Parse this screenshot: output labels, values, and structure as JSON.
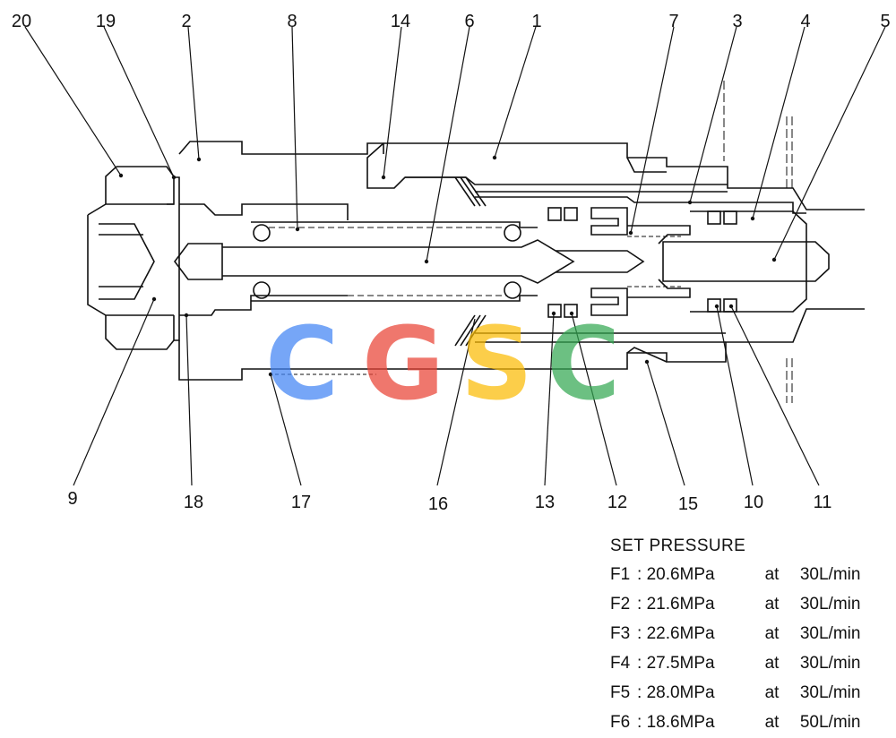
{
  "callouts": [
    {
      "id": "1",
      "label": "1"
    },
    {
      "id": "2",
      "label": "2"
    },
    {
      "id": "3",
      "label": "3"
    },
    {
      "id": "4",
      "label": "4"
    },
    {
      "id": "5",
      "label": "5"
    },
    {
      "id": "6",
      "label": "6"
    },
    {
      "id": "7",
      "label": "7"
    },
    {
      "id": "8",
      "label": "8"
    },
    {
      "id": "9",
      "label": "9"
    },
    {
      "id": "10",
      "label": "10"
    },
    {
      "id": "11",
      "label": "11"
    },
    {
      "id": "12",
      "label": "12"
    },
    {
      "id": "13",
      "label": "13"
    },
    {
      "id": "14",
      "label": "14"
    },
    {
      "id": "15",
      "label": "15"
    },
    {
      "id": "16",
      "label": "16"
    },
    {
      "id": "17",
      "label": "17"
    },
    {
      "id": "18",
      "label": "18"
    },
    {
      "id": "19",
      "label": "19"
    },
    {
      "id": "20",
      "label": "20"
    }
  ],
  "set_pressure": {
    "title": "SET PRESSURE",
    "rows": [
      {
        "name": "F1",
        "sep": ":",
        "value": "20.6MPa",
        "at": "at",
        "flow": "30L/min"
      },
      {
        "name": "F2",
        "sep": ":",
        "value": "21.6MPa",
        "at": "at",
        "flow": "30L/min"
      },
      {
        "name": "F3",
        "sep": ":",
        "value": "22.6MPa",
        "at": "at",
        "flow": "30L/min"
      },
      {
        "name": "F4",
        "sep": ":",
        "value": "27.5MPa",
        "at": "at",
        "flow": "30L/min"
      },
      {
        "name": "F5",
        "sep": ":",
        "value": "28.0MPa",
        "at": "at",
        "flow": "30L/min"
      },
      {
        "name": "F6",
        "sep": ":",
        "value": "18.6MPa",
        "at": "at",
        "flow": "50L/min"
      }
    ]
  },
  "watermark": {
    "letters": [
      "C",
      "G",
      "S",
      "C"
    ],
    "colors": [
      "#4285f4",
      "#ea4335",
      "#fbbc05",
      "#34a853"
    ]
  }
}
